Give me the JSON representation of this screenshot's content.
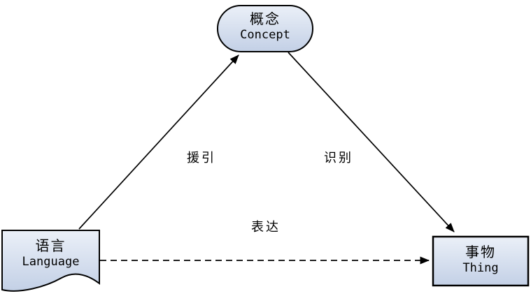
{
  "nodes": {
    "concept": {
      "label_zh": "概念",
      "label_en": "Concept"
    },
    "language": {
      "label_zh": "语言",
      "label_en": "Language"
    },
    "thing": {
      "label_zh": "事物",
      "label_en": "Thing"
    }
  },
  "edges": {
    "language_to_concept": {
      "label": "援引",
      "style": "solid"
    },
    "concept_to_thing": {
      "label": "识别",
      "style": "solid"
    },
    "language_to_thing": {
      "label": "表达",
      "style": "dashed"
    }
  },
  "colors": {
    "node_fill_top": "#ebf0f8",
    "node_fill_bottom": "#c3d0e6",
    "node_border": "#000000",
    "arrow": "#000000",
    "text": "#000000",
    "background": "#ffffff"
  }
}
